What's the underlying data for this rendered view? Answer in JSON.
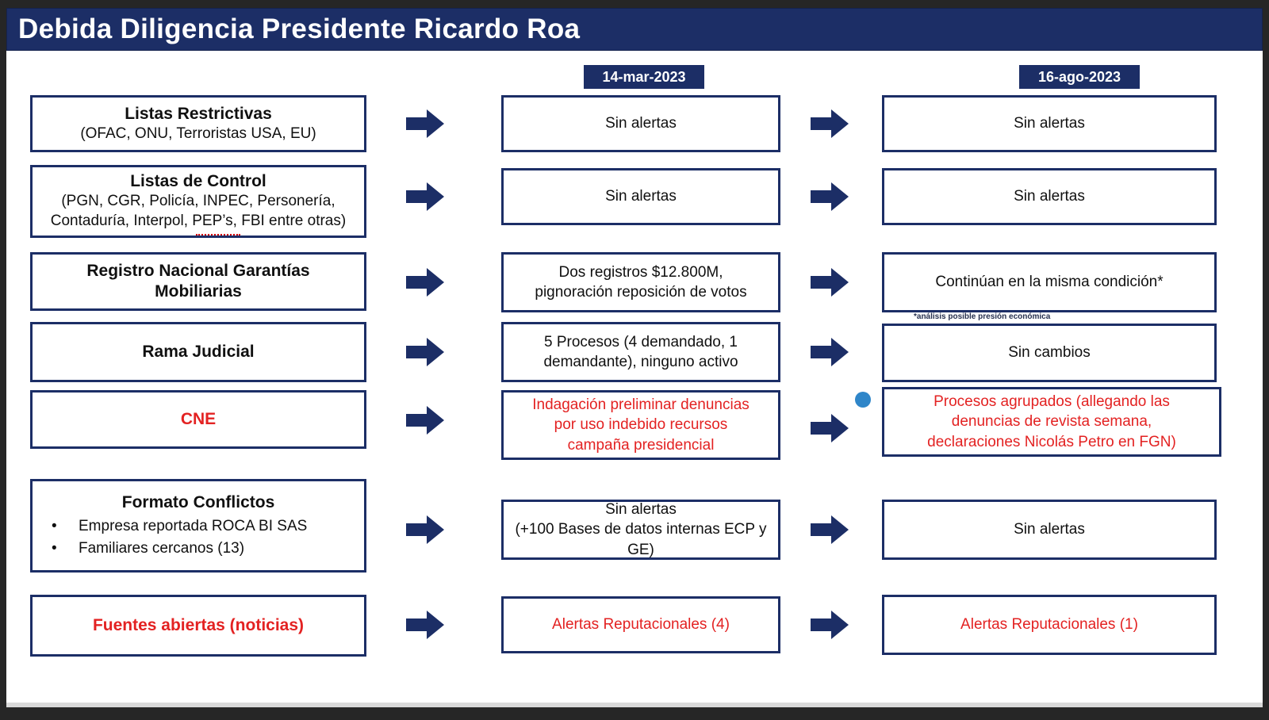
{
  "title": "Debida Diligencia Presidente Ricardo Roa",
  "column_dates": {
    "initial": "14-mar-2023",
    "followup": "16-ago-2023"
  },
  "colors": {
    "navy": "#1c2e66",
    "alert_red": "#e32222",
    "marker_blue": "#2f86c9",
    "frame_gray": "#262626"
  },
  "icons": {
    "flow_arrow": "arrow-right",
    "highlight_marker": "blue-dot",
    "spellcheck_mark": "red-squiggle-underline"
  },
  "rows": [
    {
      "category": {
        "title": "Listas Restrictivas",
        "subtitle": "(OFAC, ONU, Terroristas USA, EU)"
      },
      "col1": "Sin alertas",
      "col2": "Sin alertas"
    },
    {
      "category": {
        "title": "Listas de Control",
        "subtitle": "(PGN, CGR, Policía, INPEC, Personería, Contaduría, Interpol, PEP’s, FBI entre otras)"
      },
      "col1": "Sin alertas",
      "col2": "Sin alertas"
    },
    {
      "category": {
        "title": "Registro Nacional Garantías Mobiliarias"
      },
      "col1": "Dos registros $12.800M, pignoración reposición de votos",
      "col2": "Continúan en la misma condición*",
      "col2_footnote": "*análisis posible presión económica"
    },
    {
      "category": {
        "title": "Rama Judicial"
      },
      "col1": "5 Procesos (4 demandado, 1 demandante), ninguno activo",
      "col2": "Sin cambios"
    },
    {
      "category": {
        "title": "CNE"
      },
      "col1": "Indagación preliminar denuncias por uso indebido recursos campaña presidencial",
      "col2": "Procesos agrupados (allegando las denuncias de revista semana, declaraciones Nicolás Petro en FGN)"
    },
    {
      "category": {
        "title": "Formato Conflictos",
        "bullets": [
          "Empresa reportada ROCA BI SAS",
          "Familiares cercanos (13)"
        ]
      },
      "col1_line1": "Sin alertas",
      "col1_line2": "(+100 Bases de datos internas ECP y GE)",
      "col2": "Sin alertas"
    },
    {
      "category": {
        "title": "Fuentes abiertas (noticias)"
      },
      "col1": "Alertas Reputacionales (4)",
      "col2": "Alertas Reputacionales (1)"
    }
  ]
}
